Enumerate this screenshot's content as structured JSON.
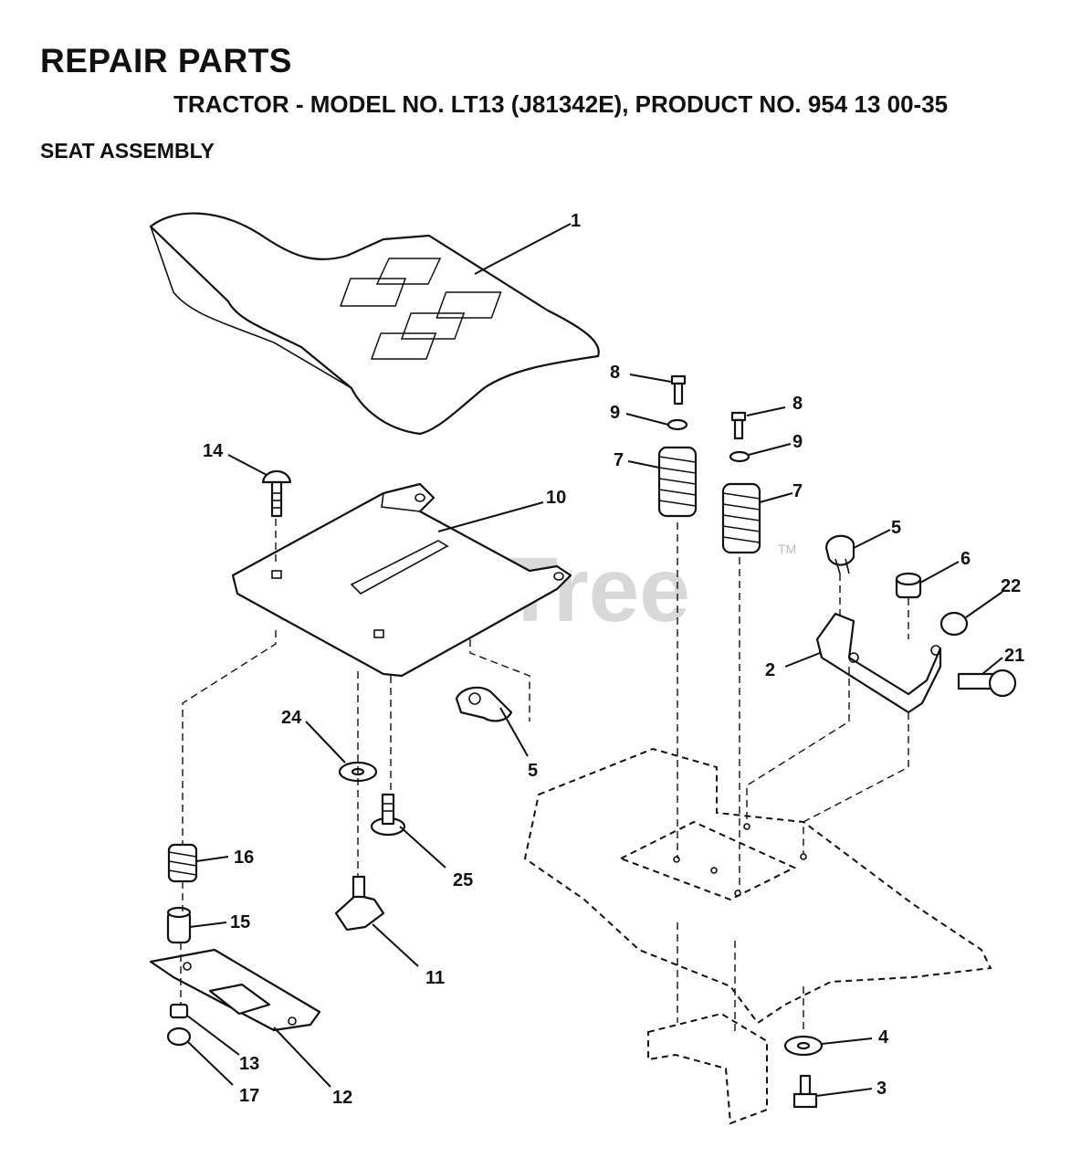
{
  "header": {
    "title": "REPAIR PARTS",
    "subtitle": "TRACTOR - MODEL NO. LT13 (J81342E), PRODUCT NO. 954 13 00-35",
    "section": "SEAT ASSEMBLY"
  },
  "watermark": {
    "text": "PartsTree",
    "tm": "TM"
  },
  "callouts": [
    "1",
    "2",
    "3",
    "4",
    "5",
    "5",
    "6",
    "7",
    "7",
    "8",
    "8",
    "9",
    "9",
    "10",
    "11",
    "12",
    "13",
    "14",
    "15",
    "16",
    "17",
    "21",
    "22",
    "24",
    "25"
  ]
}
